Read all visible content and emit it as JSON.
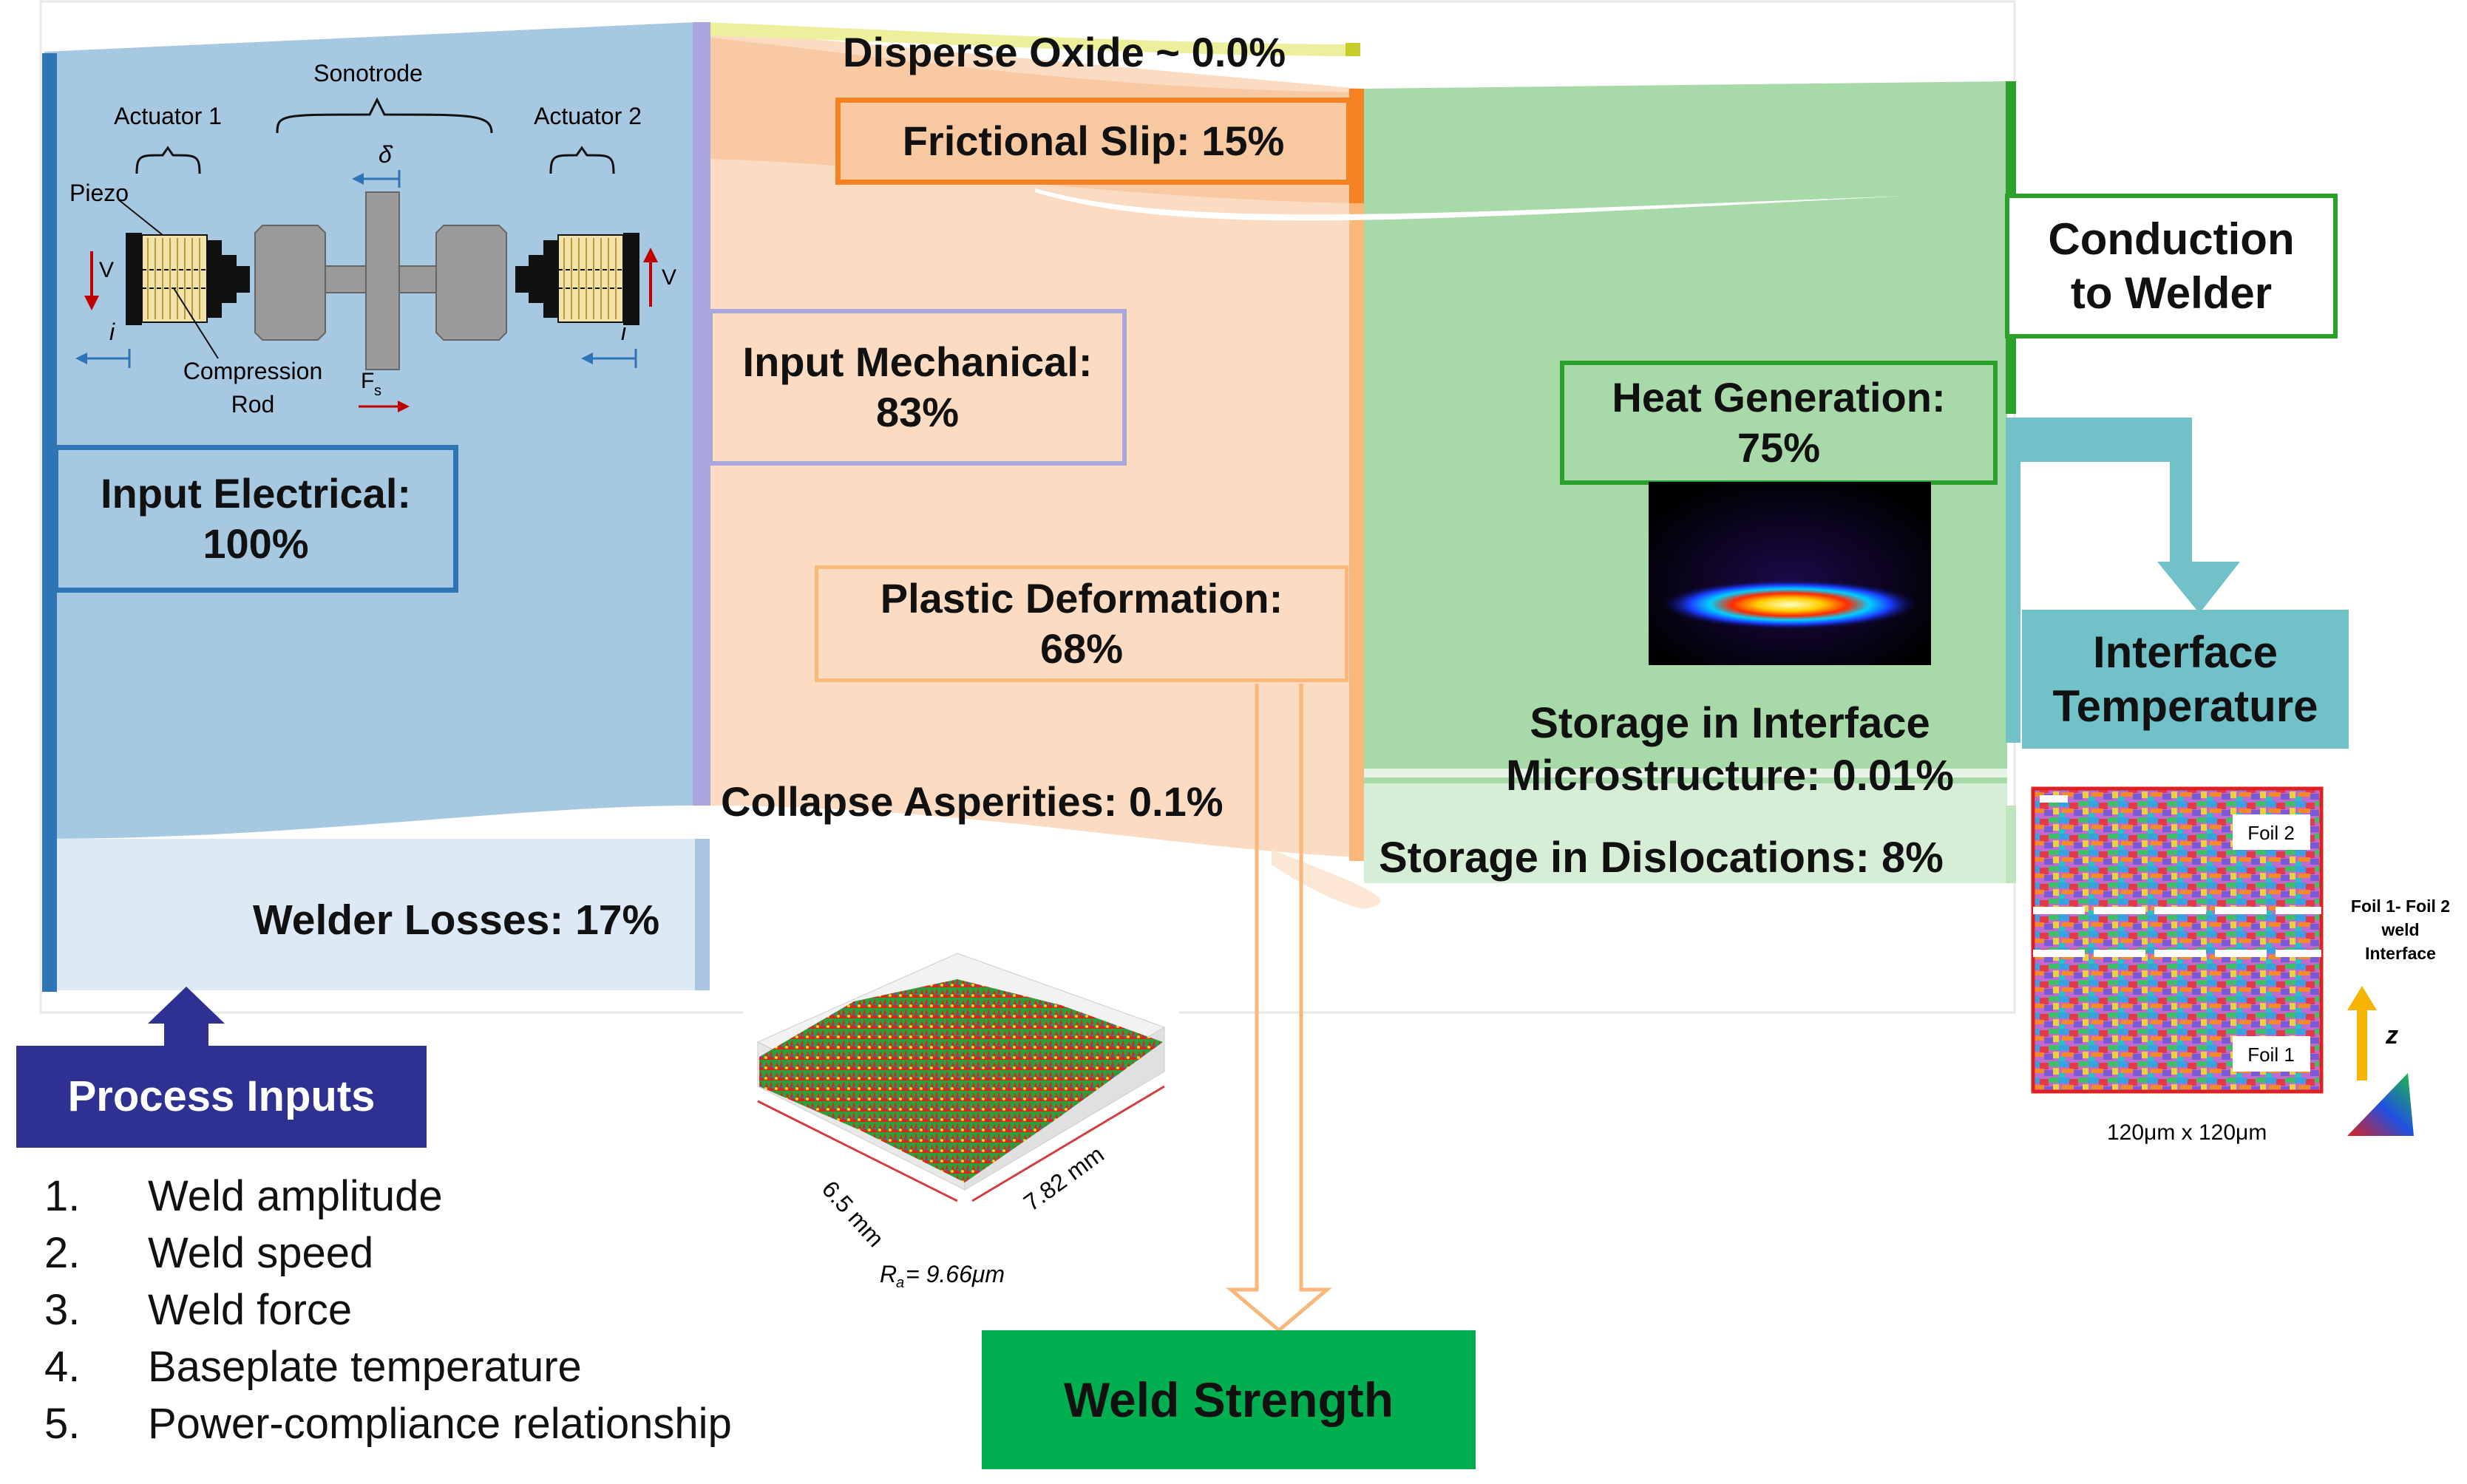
{
  "flows": {
    "input_electrical": {
      "label": "Input Electrical:",
      "value": "100%"
    },
    "input_mechanical": {
      "label": "Input Mechanical:",
      "value": "83%"
    },
    "welder_losses": "Welder Losses: 17%",
    "disperse_oxide": "Disperse Oxide ~ 0.0%",
    "frictional_slip": "Frictional Slip: 15%",
    "plastic_deformation": {
      "label": "Plastic Deformation:",
      "value": "68%"
    },
    "collapse_asperities": "Collapse Asperities: 0.1%",
    "heat_generation": {
      "label": "Heat Generation:",
      "value": "75%"
    },
    "conduction_to_welder": {
      "line1": "Conduction",
      "line2": "to Welder"
    },
    "storage_interface": {
      "line1": "Storage in Interface",
      "line2": "Microstructure: 0.01%"
    },
    "storage_dislocations": "Storage in Dislocations: 8%",
    "interface_temperature": {
      "line1": "Interface",
      "line2": "Temperature"
    },
    "weld_strength": "Weld Strength"
  },
  "colors": {
    "electrical": "#a7c8e1",
    "electrical_bar": "#2e75b6",
    "losses": "#dde9f4",
    "mechanical": "#fbdcc2",
    "mechanical_bar": "#a9a6de",
    "frictional": "#f7c49a",
    "frictional_border": "#f58220",
    "oxide": "#ecef9b",
    "heat": "#a8d9a8",
    "heat_border": "#2ca02c",
    "temperature": "#70c1c8",
    "weld_strength": "#00b050",
    "process_inputs": "#2e3192"
  },
  "sonotrode_schematic": {
    "sonotrode": "Sonotrode",
    "actuator1": "Actuator 1",
    "actuator2": "Actuator 2",
    "piezo": "Piezo",
    "compression_rod_1": "Compression",
    "compression_rod_2": "Rod",
    "v_label": "V",
    "i_label": "i",
    "delta_label": "δ̇",
    "fs_label": "F",
    "fs_sub": "s"
  },
  "surface_plot": {
    "dim1": "6.5 mm",
    "dim2": "7.82 mm",
    "ra": "R",
    "ra_sub": "a",
    "ra_value": " = 9.66μm"
  },
  "ebsd_map": {
    "foil2": "Foil 2",
    "foil1": "Foil 1",
    "interface_label_1": "Foil 1- Foil 2",
    "interface_label_2": "weld",
    "interface_label_3": "Interface",
    "z_label": "z",
    "scale": "120μm x 120μm"
  },
  "process_inputs": {
    "title": "Process Inputs",
    "items": [
      {
        "num": "1.",
        "text": "Weld amplitude"
      },
      {
        "num": "2.",
        "text": "Weld speed"
      },
      {
        "num": "3.",
        "text": "Weld force"
      },
      {
        "num": "4.",
        "text": "Baseplate temperature"
      },
      {
        "num": "5.",
        "text": "Power-compliance relationship"
      }
    ]
  }
}
